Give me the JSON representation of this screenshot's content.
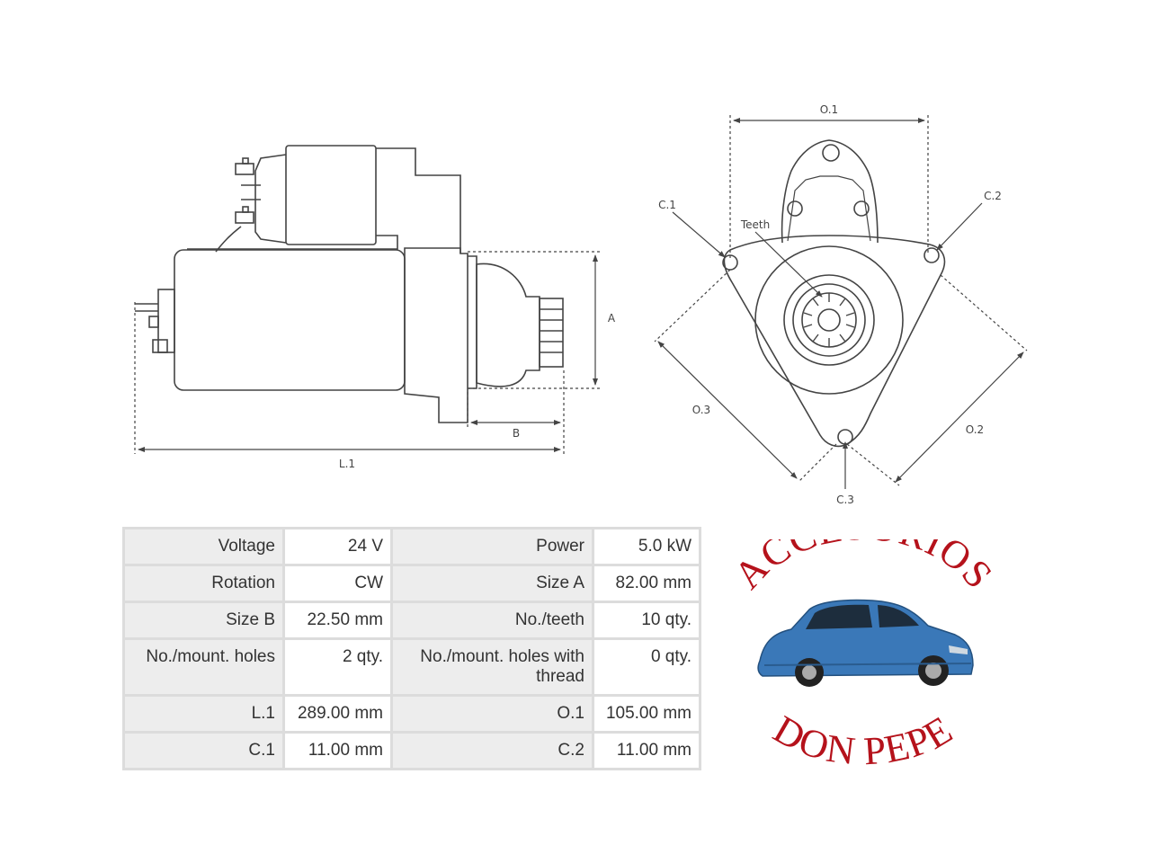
{
  "diagram": {
    "side_labels": {
      "a": "A",
      "b": "B",
      "l1": "L.1"
    },
    "front_labels": {
      "o1": "O.1",
      "o2": "O.2",
      "o3": "O.3",
      "c1": "C.1",
      "c2": "C.2",
      "c3": "C.3",
      "teeth": "Teeth"
    }
  },
  "specs": {
    "rows": [
      {
        "k1": "Voltage",
        "v1": "24 V",
        "k2": "Power",
        "v2": "5.0 kW"
      },
      {
        "k1": "Rotation",
        "v1": "CW",
        "k2": "Size A",
        "v2": "82.00 mm"
      },
      {
        "k1": "Size B",
        "v1": "22.50 mm",
        "k2": "No./teeth",
        "v2": "10 qty."
      },
      {
        "k1": "No./mount. holes",
        "v1": "2 qty.",
        "k2": "No./mount. holes with thread",
        "v2": "0 qty."
      },
      {
        "k1": "L.1",
        "v1": "289.00 mm",
        "k2": "O.1",
        "v2": "105.00 mm"
      },
      {
        "k1": "C.1",
        "v1": "11.00 mm",
        "k2": "C.2",
        "v2": "11.00 mm"
      }
    ]
  },
  "logo": {
    "top_text": "ACCESORIOS",
    "bottom_text": "DON PEPE",
    "color": "#b5121b",
    "car_color": "#3a78b8"
  }
}
